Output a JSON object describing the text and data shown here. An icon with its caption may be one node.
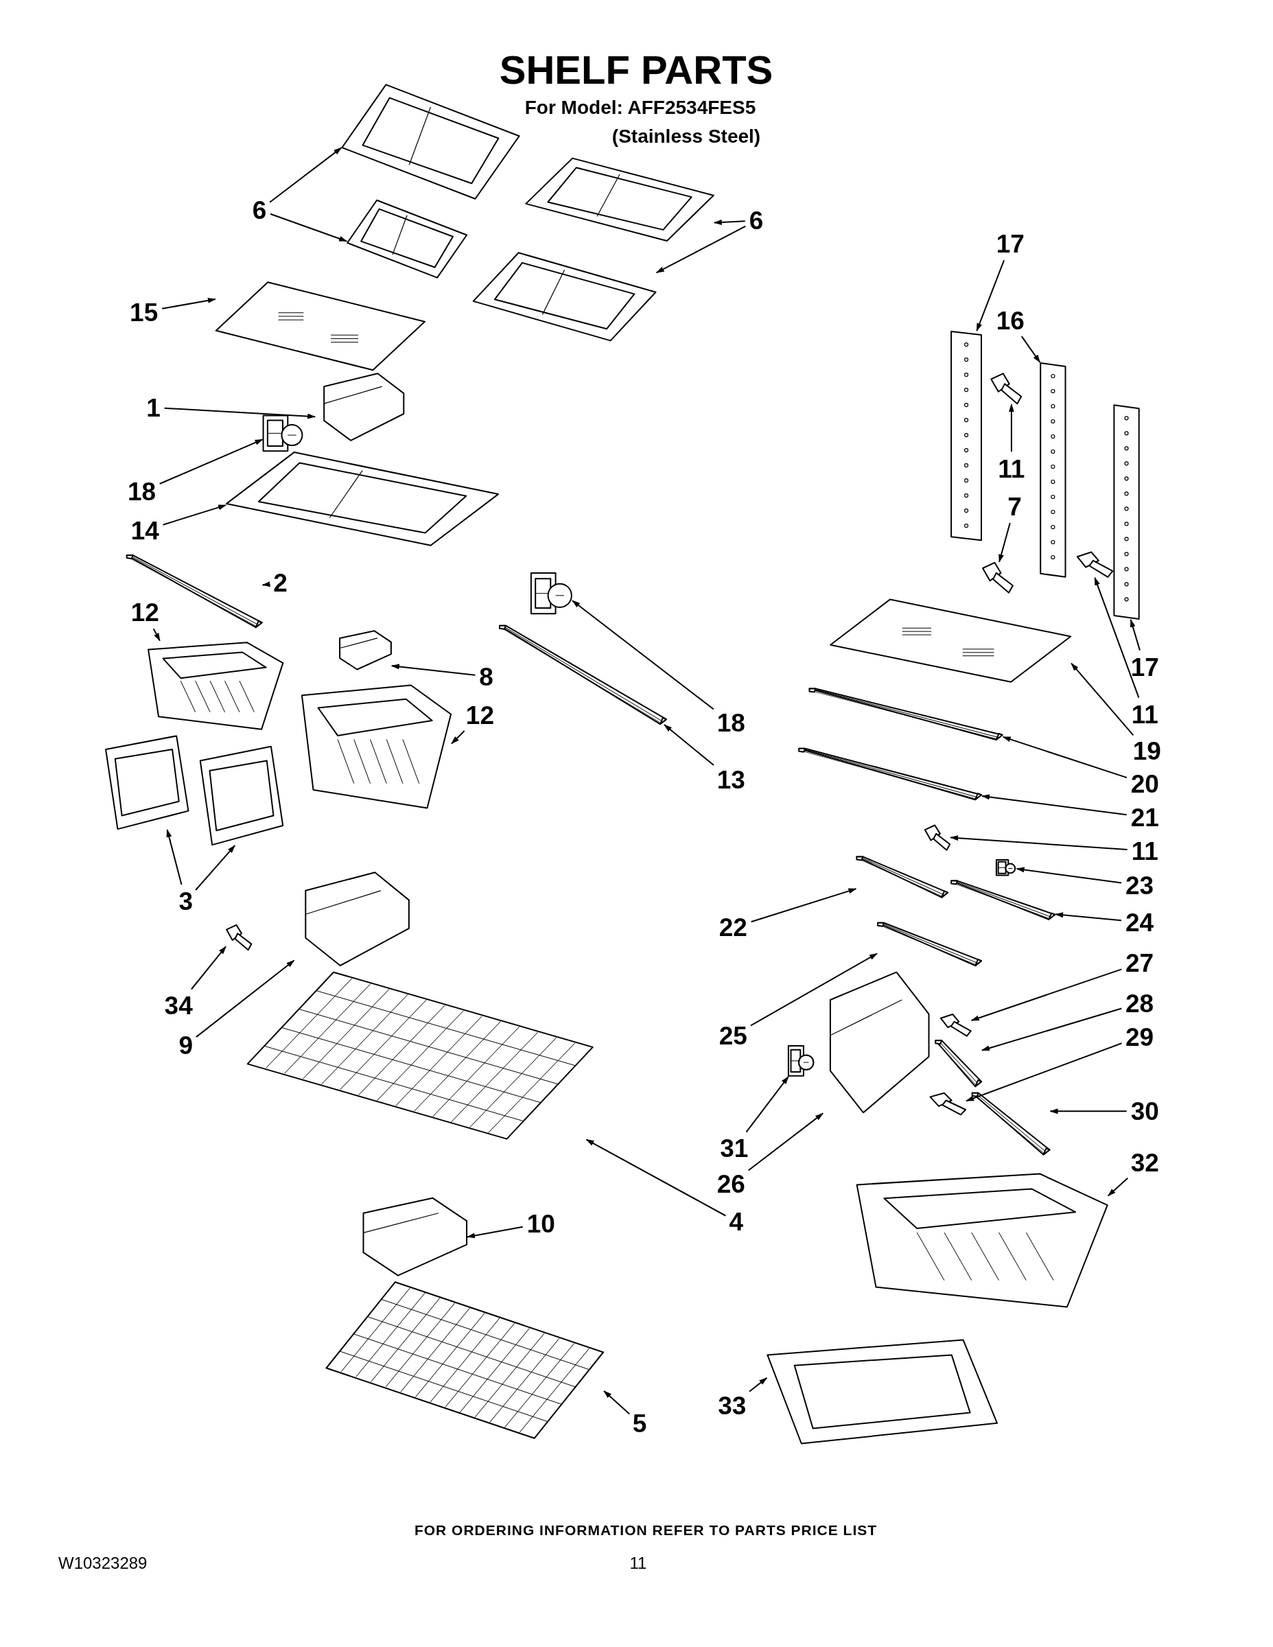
{
  "diagram": {
    "title": "SHELF PARTS",
    "nodes": [
      {
        "text": [],
        "shape": "picture"
      },
      {
        "text": [],
        "shape": "picture"
      },
      {
        "text": [],
        "shape": "picture"
      },
      {
        "text": [],
        "shape": "picture"
      },
      {
        "text": [],
        "shape": "picture"
      },
      {
        "text": [],
        "shape": "picture"
      },
      {
        "text": [],
        "shape": "picture"
      },
      {
        "text": [],
        "shape": "picture"
      },
      {
        "text": [],
        "shape": "picture"
      },
      {
        "text": [],
        "shape": "picture"
      },
      {
        "text": [],
        "shape": "picture"
      },
      {
        "text": [],
        "shape": "picture"
      },
      {
        "text": [],
        "shape": "picture"
      },
      {
        "text": [],
        "shape": "picture"
      },
      {
        "text": [],
        "shape": "picture"
      },
      {
        "text": [],
        "shape": "picture"
      },
      {
        "text": [],
        "shape": "picture"
      },
      {
        "text": [],
        "shape": "picture"
      },
      {
        "text": [],
        "shape": "picture"
      },
      {
        "text": [],
        "shape": "picture"
      },
      {
        "text": [],
        "shape": "picture"
      },
      {
        "text": [],
        "shape": "picture"
      },
      {
        "text": [],
        "shape": "picture"
      },
      {
        "text": [],
        "shape": "picture"
      },
      {
        "text": [],
        "shape": "picture"
      },
      {
        "text": [],
        "shape": "picture"
      },
      {
        "text": [],
        "shape": "picture"
      },
      {
        "text": [],
        "shape": "picture"
      },
      {
        "text": [],
        "shape": "picture"
      },
      {
        "text": [],
        "shape": "picture"
      },
      {
        "text": [],
        "shape": "picture"
      },
      {
        "text": [],
        "shape": "picture"
      },
      {
        "text": [],
        "shape": "picture"
      },
      {
        "text": [],
        "shape": "picture"
      },
      {
        "text": [],
        "shape": "picture"
      },
      {
        "text": [],
        "shape": "picture"
      },
      {
        "text": [],
        "shape": "picture"
      },
      {
        "text": [],
        "shape": "picture"
      },
      {
        "text": [],
        "shape": "picture"
      },
      {
        "text": [],
        "shape": "picture"
      },
      {
        "text": [],
        "shape": "picture"
      },
      {
        "text": [],
        "shape": "picture"
      },
      {
        "text": [],
        "shape": "picture"
      },
      {
        "text": [
          "6"
        ]
      },
      {
        "text": [
          "6"
        ]
      },
      {
        "text": [
          "15"
        ]
      },
      {
        "text": [
          "1"
        ]
      },
      {
        "text": [
          "18"
        ]
      },
      {
        "text": [
          "14"
        ]
      },
      {
        "text": [
          "2"
        ]
      },
      {
        "text": [
          "12"
        ]
      },
      {
        "text": [
          "8"
        ]
      },
      {
        "text": [
          "12"
        ]
      },
      {
        "text": [
          "18"
        ]
      },
      {
        "text": [
          "13"
        ]
      },
      {
        "text": [
          "3"
        ]
      },
      {
        "text": [
          "34"
        ]
      },
      {
        "text": [
          "9"
        ]
      },
      {
        "text": [
          "4"
        ]
      },
      {
        "text": [
          "10"
        ]
      },
      {
        "text": [
          "5"
        ]
      },
      {
        "text": [
          "17"
        ]
      },
      {
        "text": [
          "16"
        ]
      },
      {
        "text": [
          "11"
        ]
      },
      {
        "text": [
          "7"
        ]
      },
      {
        "text": [
          "17"
        ]
      },
      {
        "text": [
          "11"
        ]
      },
      {
        "text": [
          "19"
        ]
      },
      {
        "text": [
          "20"
        ]
      },
      {
        "text": [
          "21"
        ]
      },
      {
        "text": [
          "11"
        ]
      },
      {
        "text": [
          "23"
        ]
      },
      {
        "text": [
          "22"
        ]
      },
      {
        "text": [
          "24"
        ]
      },
      {
        "text": [
          "27"
        ]
      },
      {
        "text": [
          "25"
        ]
      },
      {
        "text": [
          "28"
        ]
      },
      {
        "text": [
          "29"
        ]
      },
      {
        "text": [
          "30"
        ]
      },
      {
        "text": [
          "31"
        ]
      },
      {
        "text": [
          "26"
        ]
      },
      {
        "text": [
          "32"
        ]
      },
      {
        "text": [
          "33"
        ]
      }
    ],
    "edges": [
      {
        "from": 43,
        "to": 0,
        "arrow": "to"
      },
      {
        "from": 43,
        "to": 1,
        "arrow": "to"
      },
      {
        "from": 44,
        "to": 2,
        "arrow": "to"
      },
      {
        "from": 44,
        "to": 3,
        "arrow": "to"
      },
      {
        "from": 45,
        "to": 4,
        "arrow": "to"
      },
      {
        "from": 46,
        "to": 5,
        "arrow": "to"
      },
      {
        "from": 47,
        "to": 6,
        "arrow": "to"
      },
      {
        "from": 48,
        "to": 7,
        "arrow": "to"
      },
      {
        "from": 49,
        "to": 8,
        "arrow": "to"
      },
      {
        "from": 50,
        "to": 12,
        "arrow": "to"
      },
      {
        "from": 51,
        "to": 9,
        "arrow": "to"
      },
      {
        "from": 52,
        "to": 13,
        "arrow": "to"
      },
      {
        "from": 53,
        "to": 10,
        "arrow": "to"
      },
      {
        "from": 54,
        "to": 11,
        "arrow": "to"
      },
      {
        "from": 55,
        "to": 14,
        "arrow": "to"
      },
      {
        "from": 55,
        "to": 15,
        "arrow": "to"
      },
      {
        "from": 56,
        "to": 17,
        "arrow": "to"
      },
      {
        "from": 57,
        "to": 16,
        "arrow": "to"
      },
      {
        "from": 58,
        "to": 18,
        "arrow": "to"
      },
      {
        "from": 59,
        "to": 19,
        "arrow": "to"
      },
      {
        "from": 60,
        "to": 20,
        "arrow": "to"
      },
      {
        "from": 61,
        "to": 21,
        "arrow": "to"
      },
      {
        "from": 62,
        "to": 22,
        "arrow": "to"
      },
      {
        "from": 63,
        "to": 24,
        "arrow": "to"
      },
      {
        "from": 64,
        "to": 25,
        "arrow": "to"
      },
      {
        "from": 65,
        "to": 23,
        "arrow": "to"
      },
      {
        "from": 66,
        "to": 26,
        "arrow": "to"
      },
      {
        "from": 67,
        "to": 27,
        "arrow": "to"
      },
      {
        "from": 68,
        "to": 28,
        "arrow": "to"
      },
      {
        "from": 69,
        "to": 29,
        "arrow": "to"
      },
      {
        "from": 70,
        "to": 30,
        "arrow": "to"
      },
      {
        "from": 71,
        "to": 32,
        "arrow": "to"
      },
      {
        "from": 72,
        "to": 31,
        "arrow": "to"
      },
      {
        "from": 73,
        "to": 33,
        "arrow": "to"
      },
      {
        "from": 74,
        "to": 36,
        "arrow": "to"
      },
      {
        "from": 75,
        "to": 34,
        "arrow": "to"
      },
      {
        "from": 76,
        "to": 37,
        "arrow": "to"
      },
      {
        "from": 77,
        "to": 38,
        "arrow": "to"
      },
      {
        "from": 78,
        "to": 39,
        "arrow": "to"
      },
      {
        "from": 79,
        "to": 40,
        "arrow": "to"
      },
      {
        "from": 80,
        "to": 35,
        "arrow": "to"
      },
      {
        "from": 81,
        "to": 41,
        "arrow": "to"
      },
      {
        "from": 82,
        "to": 42,
        "arrow": "to"
      }
    ],
    "labels": [
      "For Model: AFF2534FES5",
      "(Stainless Steel)",
      "FOR ORDERING INFORMATION REFER TO PARTS PRICE LIST",
      "W10323289",
      "11"
    ]
  }
}
